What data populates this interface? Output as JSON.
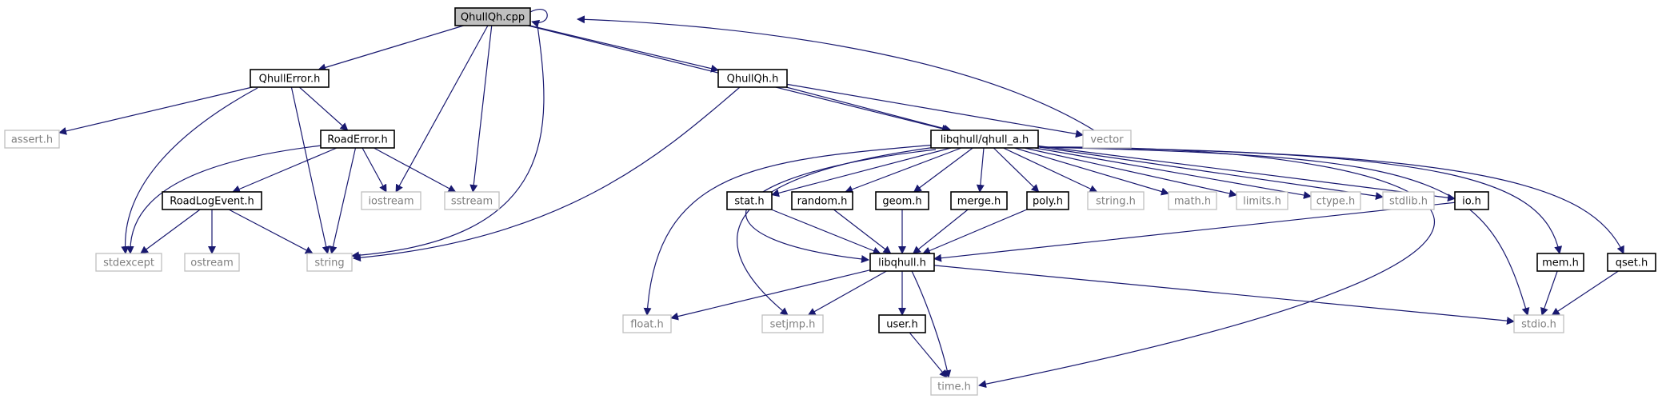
{
  "graph": {
    "title": "QhullQh.cpp include dependency graph",
    "edge_color": "#191970",
    "nodes": [
      {
        "id": "QhullQh_cpp",
        "label": "QhullQh.cpp",
        "kind": "main"
      },
      {
        "id": "QhullError_h",
        "label": "QhullError.h",
        "kind": "local"
      },
      {
        "id": "QhullQh_h",
        "label": "QhullQh.h",
        "kind": "local"
      },
      {
        "id": "assert_h",
        "label": "assert.h",
        "kind": "system"
      },
      {
        "id": "RoadError_h",
        "label": "RoadError.h",
        "kind": "local"
      },
      {
        "id": "libqhull_qhull_a_h",
        "label": "libqhull/qhull_a.h",
        "kind": "local"
      },
      {
        "id": "vector",
        "label": "vector",
        "kind": "system"
      },
      {
        "id": "RoadLogEvent_h",
        "label": "RoadLogEvent.h",
        "kind": "local"
      },
      {
        "id": "iostream",
        "label": "iostream",
        "kind": "system"
      },
      {
        "id": "sstream",
        "label": "sstream",
        "kind": "system"
      },
      {
        "id": "stdexcept",
        "label": "stdexcept",
        "kind": "system"
      },
      {
        "id": "ostream",
        "label": "ostream",
        "kind": "system"
      },
      {
        "id": "string",
        "label": "string",
        "kind": "system"
      },
      {
        "id": "stat_h",
        "label": "stat.h",
        "kind": "local"
      },
      {
        "id": "random_h",
        "label": "random.h",
        "kind": "local"
      },
      {
        "id": "geom_h",
        "label": "geom.h",
        "kind": "local"
      },
      {
        "id": "merge_h",
        "label": "merge.h",
        "kind": "local"
      },
      {
        "id": "poly_h",
        "label": "poly.h",
        "kind": "local"
      },
      {
        "id": "string_h",
        "label": "string.h",
        "kind": "system"
      },
      {
        "id": "math_h",
        "label": "math.h",
        "kind": "system"
      },
      {
        "id": "limits_h",
        "label": "limits.h",
        "kind": "system"
      },
      {
        "id": "ctype_h",
        "label": "ctype.h",
        "kind": "system"
      },
      {
        "id": "stdlib_h",
        "label": "stdlib.h",
        "kind": "system"
      },
      {
        "id": "io_h",
        "label": "io.h",
        "kind": "local"
      },
      {
        "id": "libqhull_h",
        "label": "libqhull.h",
        "kind": "local"
      },
      {
        "id": "mem_h",
        "label": "mem.h",
        "kind": "local"
      },
      {
        "id": "qset_h",
        "label": "qset.h",
        "kind": "local"
      },
      {
        "id": "float_h",
        "label": "float.h",
        "kind": "system"
      },
      {
        "id": "setjmp_h",
        "label": "setjmp.h",
        "kind": "system"
      },
      {
        "id": "user_h",
        "label": "user.h",
        "kind": "local"
      },
      {
        "id": "stdio_h",
        "label": "stdio.h",
        "kind": "system"
      },
      {
        "id": "time_h",
        "label": "time.h",
        "kind": "system"
      }
    ],
    "edges": [
      {
        "from": "QhullQh_cpp",
        "to": "QhullQh_cpp"
      },
      {
        "from": "QhullQh_cpp",
        "to": "QhullError_h"
      },
      {
        "from": "QhullQh_cpp",
        "to": "QhullQh_h"
      },
      {
        "from": "QhullQh_cpp",
        "to": "libqhull_qhull_a_h"
      },
      {
        "from": "QhullQh_cpp",
        "to": "iostream"
      },
      {
        "from": "QhullQh_cpp",
        "to": "sstream"
      },
      {
        "from": "QhullQh_cpp",
        "to": "string"
      },
      {
        "from": "vector",
        "to": "QhullQh_cpp"
      },
      {
        "from": "QhullError_h",
        "to": "assert_h"
      },
      {
        "from": "QhullError_h",
        "to": "RoadError_h"
      },
      {
        "from": "QhullError_h",
        "to": "stdexcept"
      },
      {
        "from": "QhullError_h",
        "to": "string"
      },
      {
        "from": "QhullQh_h",
        "to": "libqhull_qhull_a_h"
      },
      {
        "from": "QhullQh_h",
        "to": "vector"
      },
      {
        "from": "QhullQh_h",
        "to": "string"
      },
      {
        "from": "RoadError_h",
        "to": "RoadLogEvent_h"
      },
      {
        "from": "RoadError_h",
        "to": "iostream"
      },
      {
        "from": "RoadError_h",
        "to": "sstream"
      },
      {
        "from": "RoadError_h",
        "to": "stdexcept"
      },
      {
        "from": "RoadError_h",
        "to": "string"
      },
      {
        "from": "RoadLogEvent_h",
        "to": "stdexcept"
      },
      {
        "from": "RoadLogEvent_h",
        "to": "ostream"
      },
      {
        "from": "RoadLogEvent_h",
        "to": "string"
      },
      {
        "from": "libqhull_qhull_a_h",
        "to": "stat_h"
      },
      {
        "from": "libqhull_qhull_a_h",
        "to": "random_h"
      },
      {
        "from": "libqhull_qhull_a_h",
        "to": "geom_h"
      },
      {
        "from": "libqhull_qhull_a_h",
        "to": "merge_h"
      },
      {
        "from": "libqhull_qhull_a_h",
        "to": "poly_h"
      },
      {
        "from": "libqhull_qhull_a_h",
        "to": "string_h"
      },
      {
        "from": "libqhull_qhull_a_h",
        "to": "math_h"
      },
      {
        "from": "libqhull_qhull_a_h",
        "to": "limits_h"
      },
      {
        "from": "libqhull_qhull_a_h",
        "to": "ctype_h"
      },
      {
        "from": "libqhull_qhull_a_h",
        "to": "stdlib_h"
      },
      {
        "from": "libqhull_qhull_a_h",
        "to": "io_h"
      },
      {
        "from": "libqhull_qhull_a_h",
        "to": "mem_h"
      },
      {
        "from": "libqhull_qhull_a_h",
        "to": "qset_h"
      },
      {
        "from": "libqhull_qhull_a_h",
        "to": "float_h"
      },
      {
        "from": "libqhull_qhull_a_h",
        "to": "setjmp_h"
      },
      {
        "from": "libqhull_qhull_a_h",
        "to": "libqhull_h"
      },
      {
        "from": "libqhull_qhull_a_h",
        "to": "stdio_h"
      },
      {
        "from": "libqhull_qhull_a_h",
        "to": "time_h"
      },
      {
        "from": "stat_h",
        "to": "libqhull_h"
      },
      {
        "from": "random_h",
        "to": "libqhull_h"
      },
      {
        "from": "geom_h",
        "to": "libqhull_h"
      },
      {
        "from": "merge_h",
        "to": "libqhull_h"
      },
      {
        "from": "poly_h",
        "to": "libqhull_h"
      },
      {
        "from": "io_h",
        "to": "libqhull_h"
      },
      {
        "from": "libqhull_h",
        "to": "float_h"
      },
      {
        "from": "libqhull_h",
        "to": "setjmp_h"
      },
      {
        "from": "libqhull_h",
        "to": "user_h"
      },
      {
        "from": "libqhull_h",
        "to": "time_h"
      },
      {
        "from": "libqhull_h",
        "to": "stdio_h"
      },
      {
        "from": "user_h",
        "to": "time_h"
      },
      {
        "from": "mem_h",
        "to": "stdio_h"
      },
      {
        "from": "qset_h",
        "to": "stdio_h"
      }
    ]
  }
}
